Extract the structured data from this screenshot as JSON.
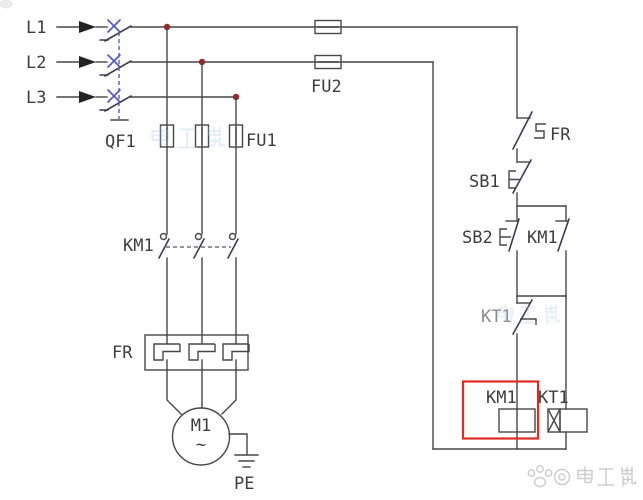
{
  "labels": {
    "l1": "L1",
    "l2": "L2",
    "l3": "L3",
    "qf1": "QF1",
    "fu1": "FU1",
    "fu2": "FU2",
    "km1_main": "KM1",
    "fr_heater": "FR",
    "motor": "M1",
    "motor_ac": "~",
    "pe": "PE",
    "fr_contact": "FR",
    "sb1": "SB1",
    "sb2": "SB2",
    "km1_aux": "KM1",
    "kt1_contact": "KT1",
    "km1_coil": "KM1",
    "kt1_coil": "KT1"
  },
  "watermarks": {
    "blue_fuse_area": "电工鼠",
    "blue_kt1_area": "电工鼠",
    "credit": "@电工鼠"
  },
  "colors": {
    "wire": "#474747",
    "blade": "#3c3c55",
    "text": "#3d3d3d",
    "breaker_blue": "#5858c0",
    "junction_red": "#9e2626",
    "highlight_red": "#df2b26",
    "watermark_blue": "#9fc3e4",
    "watermark_gray": "#c6c6c6"
  }
}
